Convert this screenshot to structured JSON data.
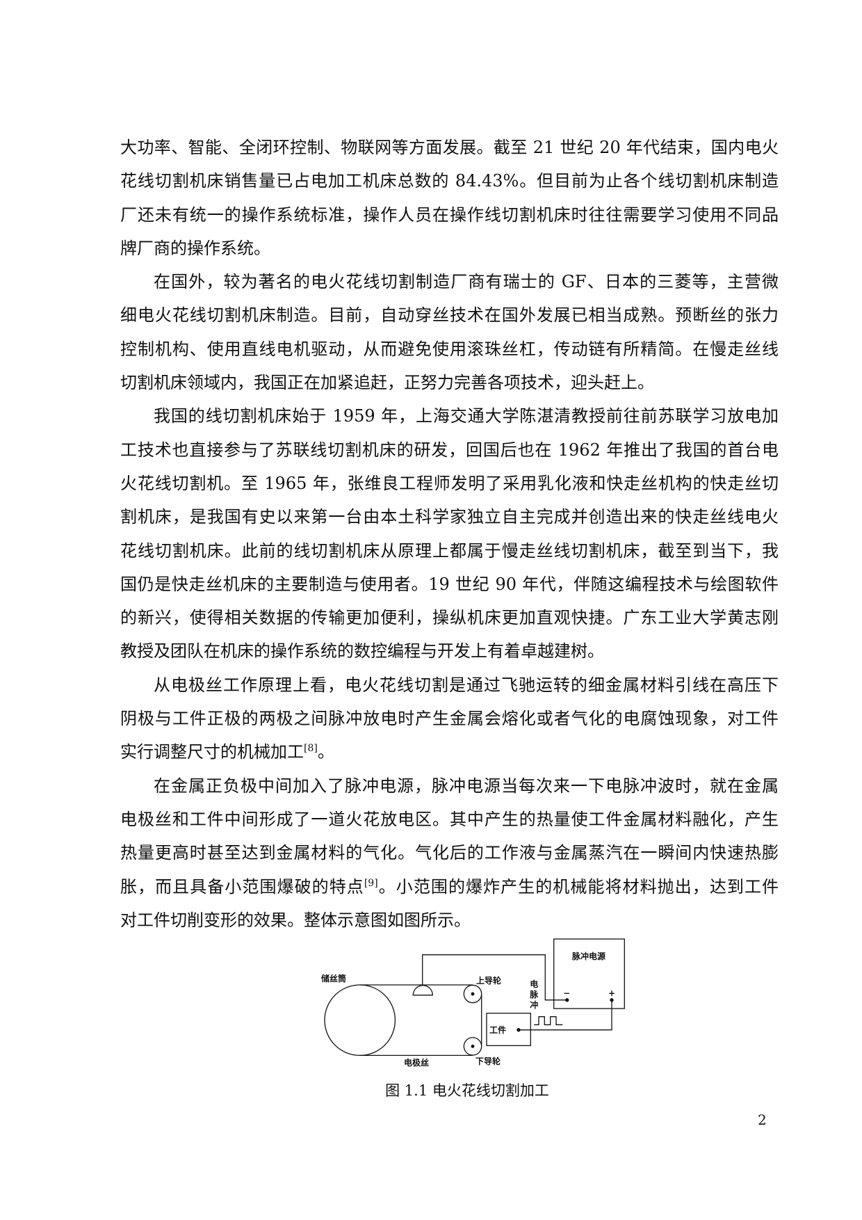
{
  "paragraphs": [
    {
      "lines": [
        "大功率、智能、全闭环控制、物联网等方面发展。截至 21 世纪 20 年代结束，国内电火",
        "花线切割机床销售量已占电加工机床总数的 84.43%。但目前为止各个线切割机床制造",
        "厂还未有统一的操作系统标准，操作人员在操作线切割机床时往往需要学习使用不同品",
        "牌厂商的操作系统。"
      ],
      "indent": false
    },
    {
      "lines": [
        "在国外，较为著名的电火花线切割制造厂商有瑞士的 GF、日本的三菱等，主营微",
        "细电火花线切割机床制造。目前，自动穿丝技术在国外发展已相当成熟。预断丝的张力",
        "控制机构、使用直线电机驱动，从而避免使用滚珠丝杠，传动链有所精简。在慢走丝线",
        "切割机床领域内，我国正在加紧追赶，正努力完善各项技术，迎头赶上。"
      ],
      "indent": true
    },
    {
      "lines": [
        "我国的线切割机床始于 1959 年，上海交通大学陈湛清教授前往前苏联学习放电加",
        "工技术也直接参与了苏联线切割机床的研发，回国后也在 1962 年推出了我国的首台电",
        "火花线切割机。至 1965 年，张维良工程师发明了采用乳化液和快走丝机构的快走丝切",
        "割机床，是我国有史以来第一台由本土科学家独立自主完成并创造出来的快走丝线电火",
        "花线切割机床。此前的线切割机床从原理上都属于慢走丝线切割机床，截至到当下，我",
        "国仍是快走丝机床的主要制造与使用者。19 世纪 90 年代，伴随这编程技术与绘图软件",
        "的新兴，使得相关数据的传输更加便利，操纵机床更加直观快捷。广东工业大学黄志刚",
        "教授及团队在机床的操作系统的数控编程与开发上有着卓越建树。"
      ],
      "indent": true
    },
    {
      "lines": [
        "从电极丝工作原理上看，电火花线切割是通过飞驰运转的细金属材料引线在高压下",
        "阴极与工件正极的两极之间脉冲放电时产生金属会熔化或者气化的电腐蚀现象，对工件",
        "实行调整尺寸的机械加工"
      ],
      "indent": true,
      "ref": "[8]",
      "tail": "。"
    },
    {
      "lines": [
        "在金属正负极中间加入了脉冲电源，脉冲电源当每次来一下电脉冲波时，就在金属",
        "电极丝和工件中间形成了一道火花放电区。其中产生的热量使工件金属材料融化，产生",
        "热量更高时甚至达到金属材料的气化。气化后的工作液与金属蒸汽在一瞬间内快速热膨"
      ],
      "indent": true,
      "ref_line": {
        "before": "胀，而且具备小范围爆破的特点",
        "ref": "[9]",
        "after": "。小范围的爆炸产生的机械能将材料抛出，达到工件"
      },
      "final": "对工件切削变形的效果。整体示意图如图所示。"
    }
  ],
  "figure": {
    "labels": {
      "storage_drum": "储丝筒",
      "upper_pulley": "上导轮",
      "lower_pulley": "下导轮",
      "electrode_wire": "电极丝",
      "pulse_power": "脉冲电源",
      "minus": "−",
      "plus": "+",
      "electric_pulse": [
        "电",
        "脉",
        "冲"
      ],
      "workpiece": "工件"
    },
    "caption": "图 1.1  电火花线切割加工"
  },
  "page_number": "2"
}
